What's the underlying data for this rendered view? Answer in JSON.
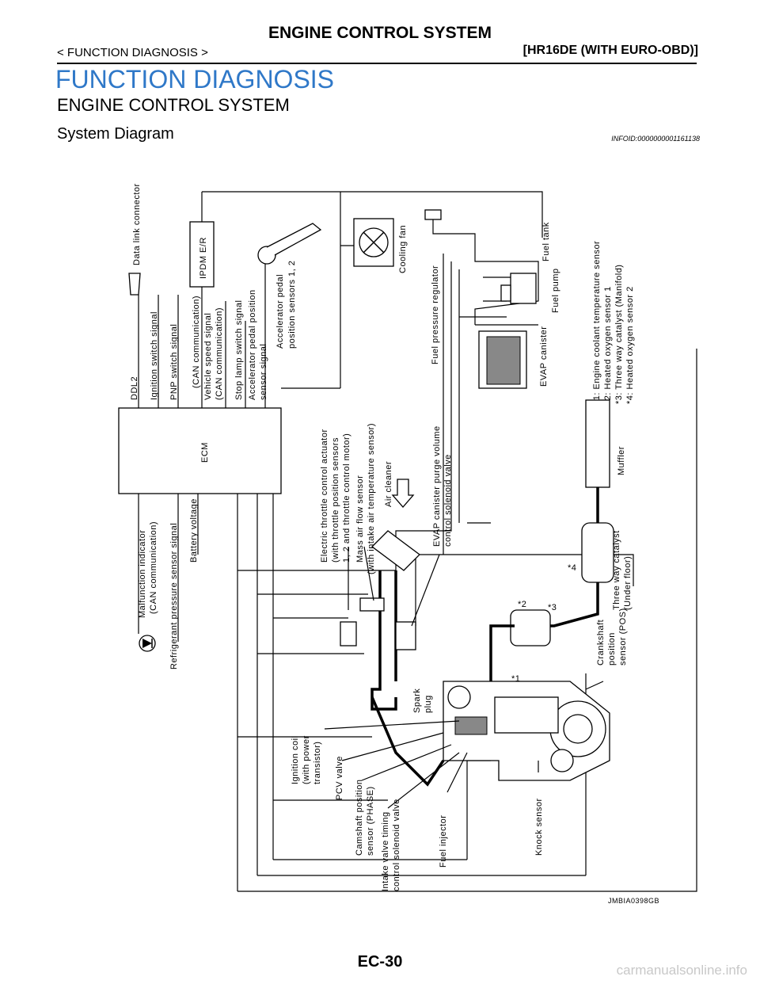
{
  "header": {
    "title": "ENGINE CONTROL SYSTEM",
    "breadcrumb": "< FUNCTION DIAGNOSIS >",
    "model": "[HR16DE (WITH EURO-OBD)]"
  },
  "section": {
    "title": "FUNCTION DIAGNOSIS",
    "subtitle": "ENGINE CONTROL SYSTEM",
    "heading": "System  Diagram",
    "info_id": "INFOID:0000000001161138"
  },
  "diagram": {
    "ecm": "ECM",
    "ecm_inputs_top": [
      "DDL2",
      "Ignition switch signal",
      "PNP switch signal",
      "(CAN communication)",
      "Vehicle speed signal",
      "(CAN communication)",
      "Stop lamp switch signal",
      "Accelerator pedal position",
      "sensor signal"
    ],
    "ecm_inputs_bottom": [
      "Malfunction indicator",
      "(CAN communication)",
      "Refrigerant pressure sensor signal",
      "Battery voltage"
    ],
    "data_link_connector": "Data link connector",
    "ipdm": "IPDM E/R",
    "accel_sensor": [
      "Accelerator pedal",
      "position sensors 1, 2"
    ],
    "cooling_fan": "Cooling fan",
    "fuel_pressure_regulator": "Fuel pressure regulator",
    "fuel_tank": "Fuel tank",
    "fuel_pump": "Fuel pump",
    "evap_canister": "EVAP canister",
    "notes": [
      "*1: Engine coolant temperature sensor",
      "*2: Heated oxygen sensor 1",
      "*3: Three way catalyst (Manifold)",
      "*4: Heated oxygen sensor 2"
    ],
    "throttle": [
      "Electric throttle control actuator",
      "(with throttle position sensors",
      "1, 2 and throttle control motor)"
    ],
    "maf": [
      "Mass air flow sensor",
      "(with intake air temperature sensor)"
    ],
    "air_cleaner": "Air cleaner",
    "evap_valve": [
      "EVAP canister purge volume",
      "control solenoid valve"
    ],
    "muffler": "Muffler",
    "catalyst": [
      "Three way catalyst",
      "(Under floor)"
    ],
    "crank": [
      "Crankshaft",
      "position",
      "sensor (POS)"
    ],
    "spark_plug": [
      "Spark",
      "plug"
    ],
    "ignition_coil": [
      "Ignition coil",
      "(with power",
      "transistor)"
    ],
    "pcv": "PCV valve",
    "cam": [
      "Camshaft position",
      "sensor (PHASE)"
    ],
    "ivt": [
      "Intake valve timing",
      "control solenoid valve"
    ],
    "injector": "Fuel injector",
    "knock": "Knock sensor",
    "markers": [
      "*1",
      "*2",
      "*3",
      "*4"
    ],
    "figure_id": "JMBIA0398GB"
  },
  "footer": {
    "page_number": "EC-30",
    "watermark": "carmanualsonline.info"
  }
}
